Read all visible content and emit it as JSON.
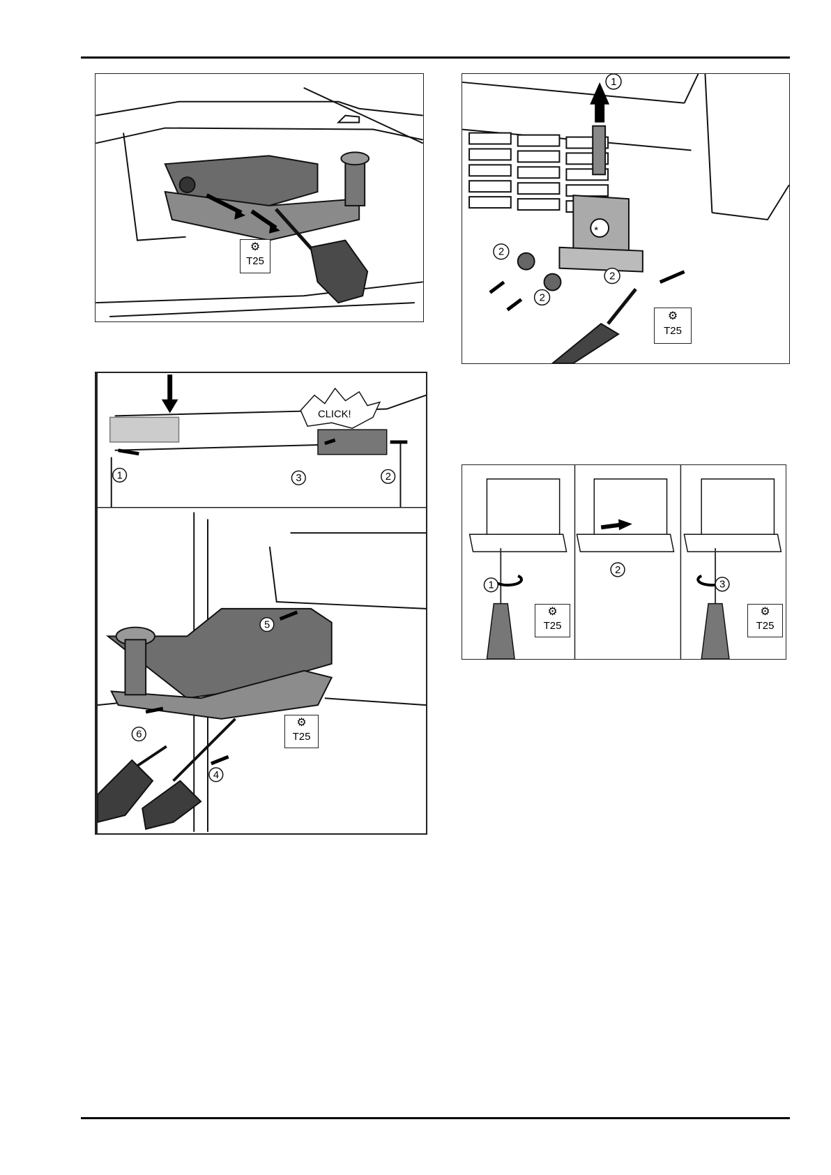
{
  "tool": {
    "label": "T25",
    "icon": "torx-icon"
  },
  "callouts": [
    "1",
    "2",
    "3",
    "4",
    "5",
    "6"
  ],
  "click_text": "CLICK!",
  "asterisk": "*"
}
